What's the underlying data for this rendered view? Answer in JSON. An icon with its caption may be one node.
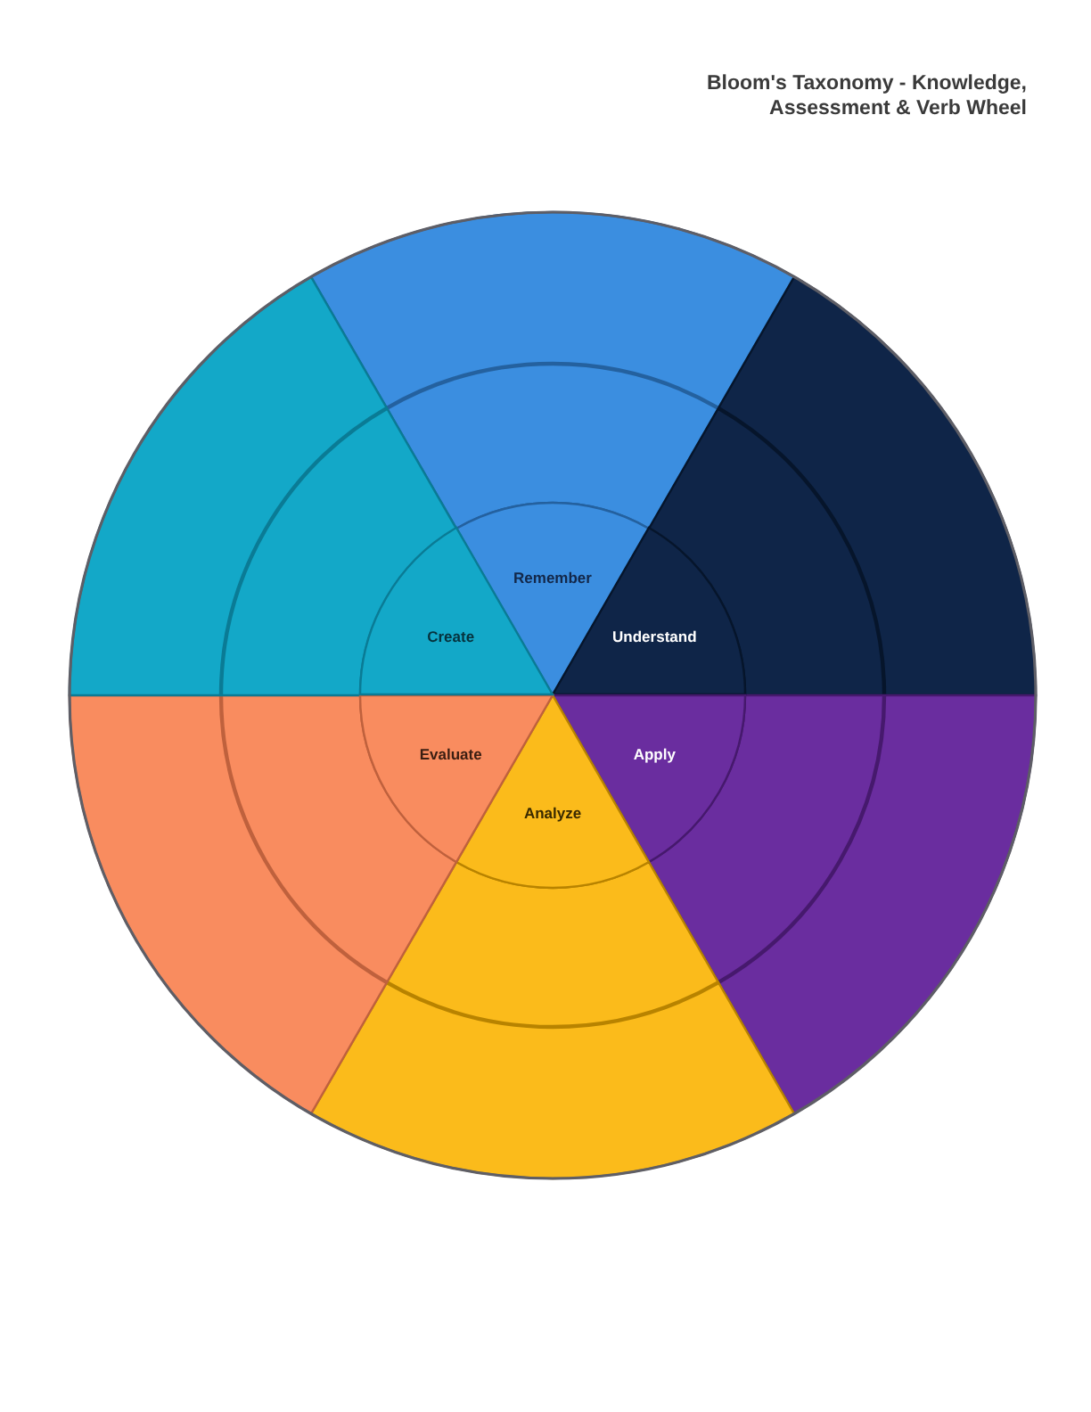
{
  "diagram": {
    "title": "Bloom's Taxonomy - Knowledge, Assessment & Verb Wheel",
    "nodes": [
      {
        "text": [
          "Remember"
        ]
      },
      {
        "text": [
          "Understand"
        ]
      },
      {
        "text": [
          "Apply"
        ]
      },
      {
        "text": [
          "Analyze"
        ]
      },
      {
        "text": [
          "Evaluate"
        ]
      },
      {
        "text": [
          "Create"
        ]
      }
    ]
  }
}
